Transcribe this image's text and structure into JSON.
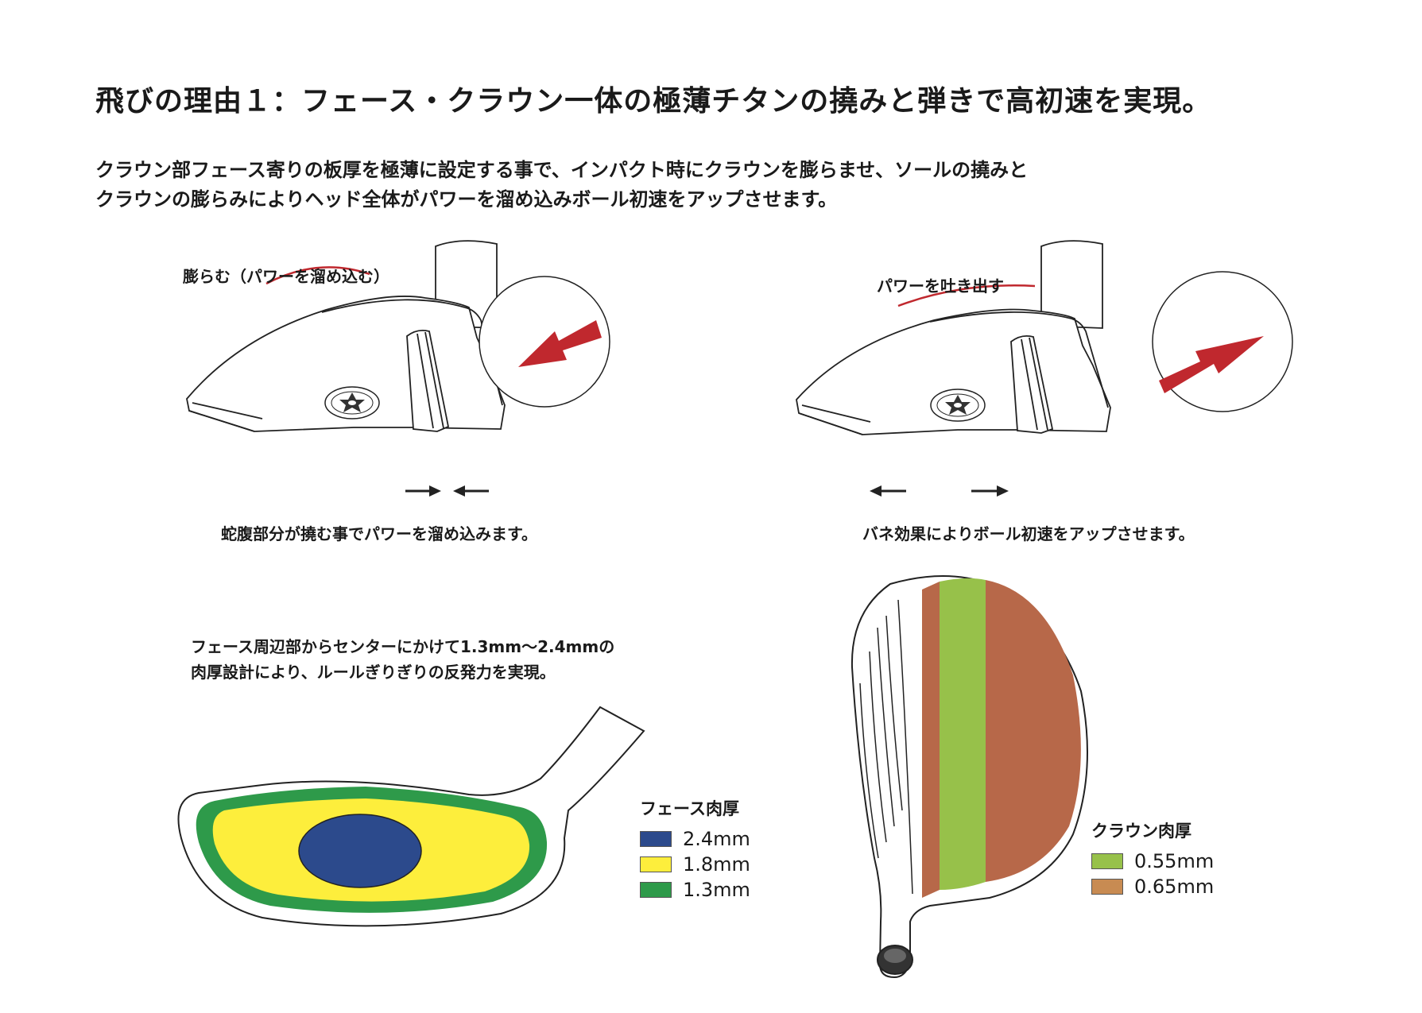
{
  "title": "飛びの理由１：フェース・クラウン一体の極薄チタンの撓みと弾きで高初速を実現。",
  "intro": {
    "line1": "クラウン部フェース寄りの板厚を極薄に設定する事で、インパクト時にクラウンを膨らませ、ソールの撓みと",
    "line2": "クラウンの膨らみによりヘッド全体がパワーを溜め込みボール初速をアップさせます。"
  },
  "left_figure": {
    "top_label": "膨らむ（パワーを溜め込む）",
    "bottom_caption": "蛇腹部分が撓む事でパワーを溜め込みます。"
  },
  "right_figure": {
    "top_label": "パワーを吐き出す",
    "bottom_caption": "バネ効果によりボール初速をアップさせます。"
  },
  "face_note": {
    "line1": "フェース周辺部からセンターにかけて1.3mm〜2.4mmの",
    "line2": "肉厚設計により、ルールぎりぎりの反発力を実現。"
  },
  "face_legend": {
    "title": "フェース肉厚",
    "items": [
      {
        "label": "2.4mm",
        "color": "#2c4a8c"
      },
      {
        "label": "1.8mm",
        "color": "#fdee3c"
      },
      {
        "label": "1.3mm",
        "color": "#2e9a4a"
      }
    ]
  },
  "crown_legend": {
    "title": "クラウン肉厚",
    "items": [
      {
        "label": "0.55mm",
        "color": "#97c14a"
      },
      {
        "label": "0.65mm",
        "color": "#b76849"
      }
    ]
  },
  "colors": {
    "arrow_red": "#c0282e",
    "face_outer": "#2e9a4a",
    "face_mid": "#fdee3c",
    "face_center": "#2c4a8c",
    "crown_thin": "#97c14a",
    "crown_thick": "#b76849"
  }
}
